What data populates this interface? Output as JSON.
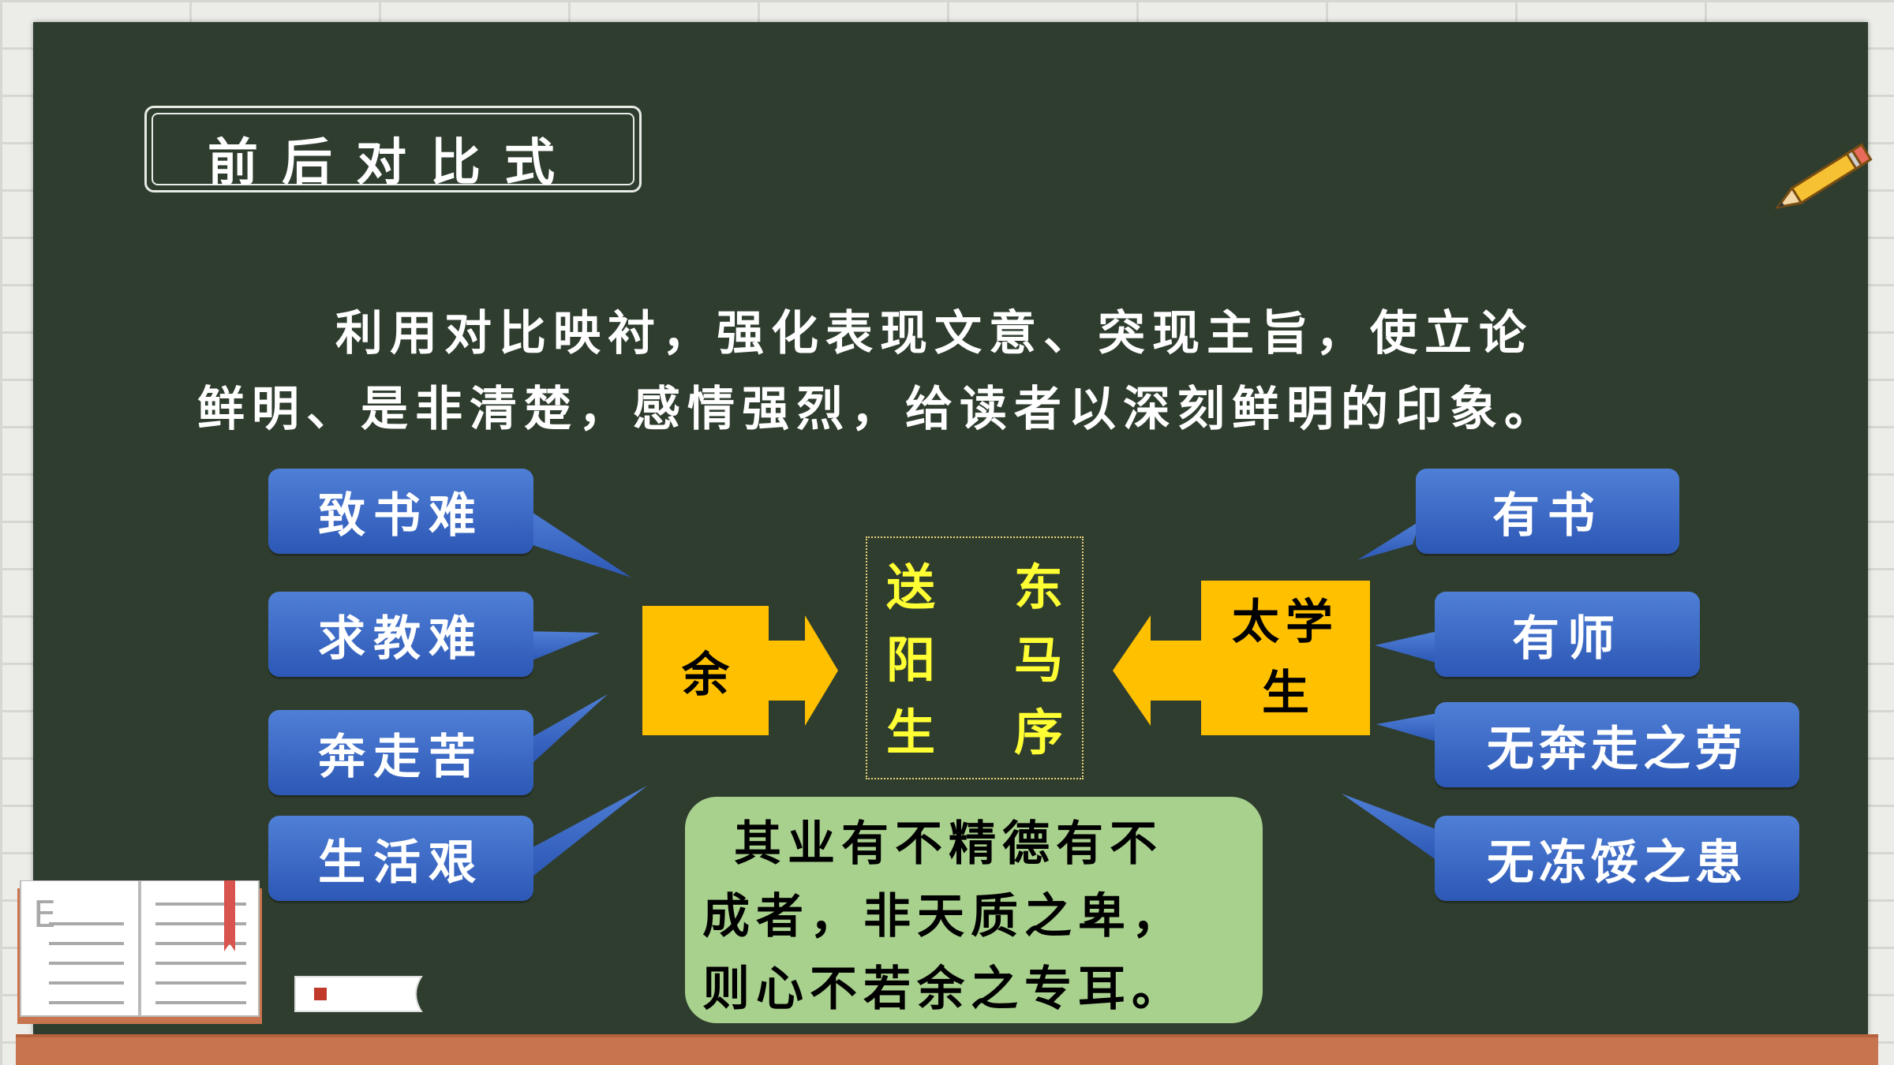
{
  "title": "前后对比式",
  "paragraph": {
    "line1": "利用对比映衬，强化表现文意、突现主旨，使立论",
    "line2": "鲜明、是非清楚，感情强烈，给读者以深刻鲜明的印象。"
  },
  "left_bubbles": [
    "致书难",
    "求教难",
    "奔走苦",
    "生活艰"
  ],
  "left_box": "余",
  "center": {
    "col1": [
      "送",
      "阳",
      "生"
    ],
    "col2": [
      "东",
      "马",
      "序"
    ]
  },
  "right_box": [
    "太学",
    "生"
  ],
  "right_bubbles": [
    "有书",
    "有师",
    "无奔走之劳",
    "无冻馁之患"
  ],
  "quote": {
    "line1": "其业有不精德有不",
    "line2": "成者，非天质之卑，",
    "line3": "则心不若余之专耳。"
  },
  "book_letter": "E",
  "colors": {
    "board": "#2f3d2f",
    "bubble": "#3a68c6",
    "box": "#ffc000",
    "center_text": "#ffff33",
    "quote_bg": "#a9d18e"
  }
}
